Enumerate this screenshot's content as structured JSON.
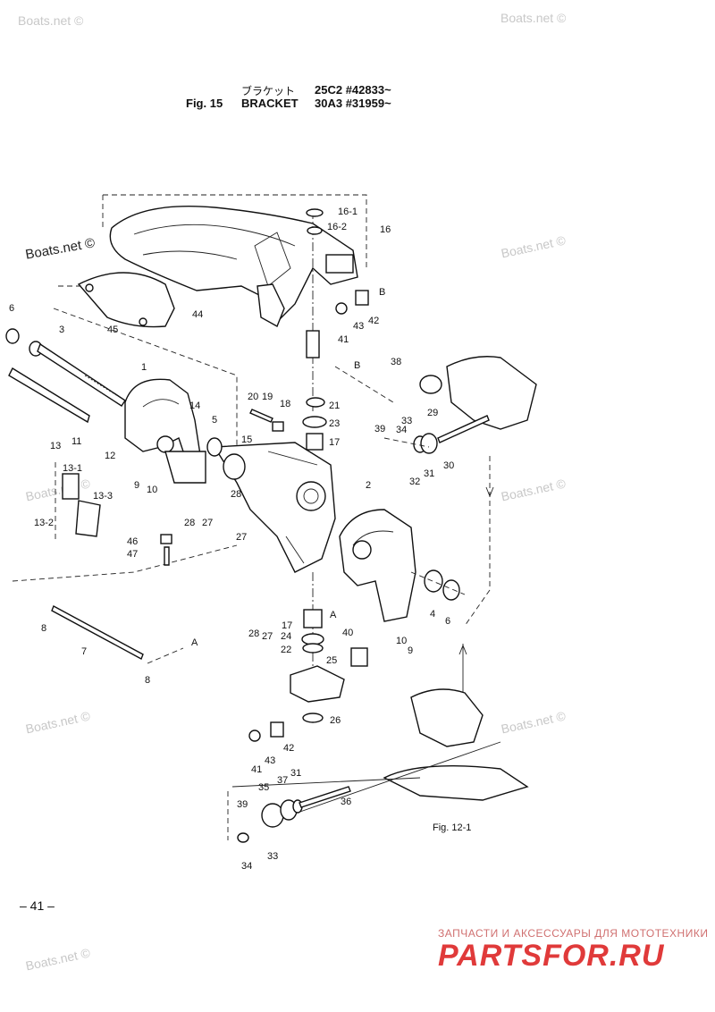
{
  "header": {
    "jp_title": "ブラケット",
    "fig_label": "Fig. 15",
    "title": "BRACKET",
    "model_line_1": "25C2 #42833~",
    "model_line_2": "30A3 #31959~"
  },
  "watermark": "Boats.net ©",
  "page_number": "– 41 –",
  "brand": {
    "subtitle": "ЗАПЧАСТИ И АКСЕССУАРЫ ДЛЯ МОТОТЕХНИКИ",
    "name": "PARTSFOR.RU"
  },
  "callouts": [
    "16-1",
    "16-2",
    "16",
    "B",
    "42",
    "43",
    "41",
    "44",
    "45",
    "6",
    "3",
    "1",
    "11",
    "12",
    "13",
    "13-1",
    "13-3",
    "13-2",
    "20",
    "19",
    "18",
    "21",
    "23",
    "17",
    "14",
    "5",
    "15",
    "9",
    "10",
    "28",
    "27",
    "28",
    "27",
    "46",
    "47",
    "38",
    "B",
    "29",
    "33",
    "34",
    "39",
    "32",
    "31",
    "30",
    "2",
    "4",
    "6",
    "A",
    "8",
    "7",
    "A",
    "8",
    "17",
    "24",
    "22",
    "28",
    "27",
    "40",
    "25",
    "10",
    "9",
    "26",
    "42",
    "43",
    "41",
    "31",
    "37",
    "35",
    "39",
    "36",
    "34",
    "33",
    "Fig. 12-1"
  ]
}
